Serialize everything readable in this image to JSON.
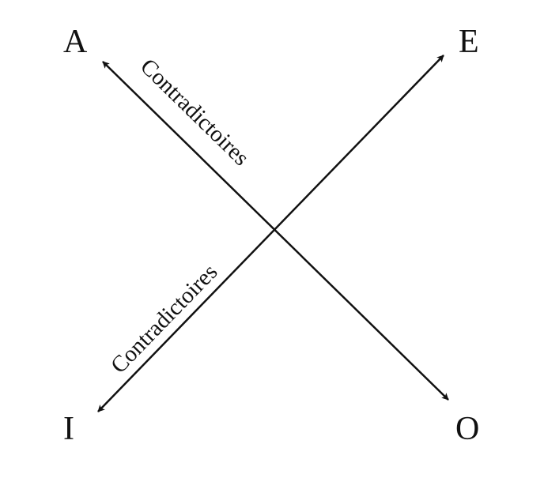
{
  "corners": {
    "A": "A",
    "E": "E",
    "I": "I",
    "O": "O"
  },
  "relations": {
    "a_o": "Contradictoires",
    "e_i": "Contradictoires"
  },
  "colors": {
    "ink": "#111111",
    "background": "#ffffff"
  }
}
